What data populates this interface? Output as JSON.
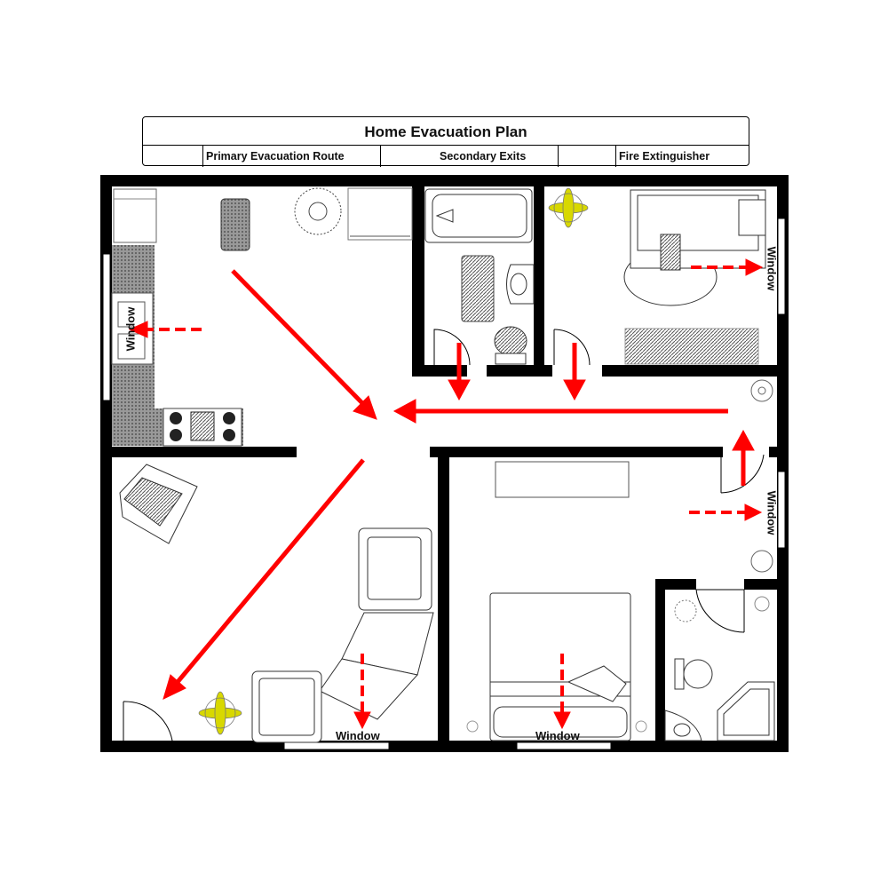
{
  "title": "Home Evacuation Plan",
  "legend": {
    "primary_route": "Primary Evacuation Route",
    "secondary_exits": "Secondary Exits",
    "fire_extinguisher": "Fire Extinguisher"
  },
  "labels": {
    "window_kitchen": "Window",
    "window_bedroom_top": "Window",
    "window_bedroom_right": "Window",
    "window_living": "Window",
    "window_bedroom_bottom": "Window"
  },
  "colors": {
    "route": "#ff0000",
    "wall": "#000000",
    "plant": "#d8d800"
  },
  "icons": [
    "fire-extinguisher-icon",
    "plant-icon",
    "sofa-icon",
    "bed-icon",
    "toilet-icon",
    "stove-icon",
    "bathtub-icon",
    "sink-icon"
  ]
}
